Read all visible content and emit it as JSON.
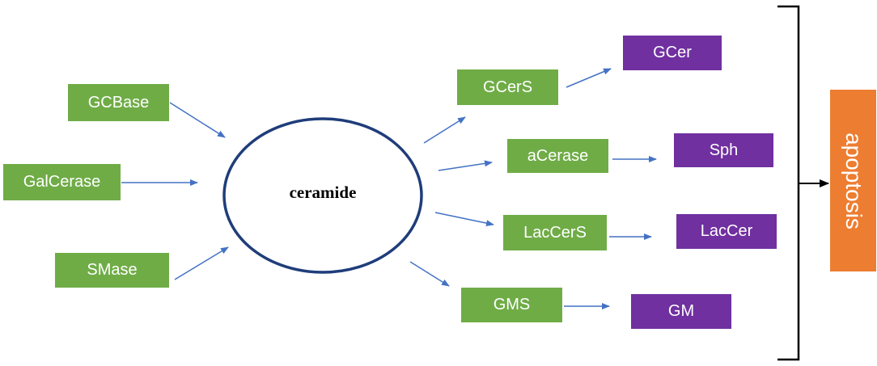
{
  "diagram": {
    "center": {
      "label": "ceramide"
    },
    "inputs": [
      {
        "id": "gcbase",
        "label": "GCBase"
      },
      {
        "id": "galcerase",
        "label": "GalCerase"
      },
      {
        "id": "smase",
        "label": "SMase"
      }
    ],
    "enzymes": [
      {
        "id": "gcers",
        "label": "GCerS"
      },
      {
        "id": "acerase",
        "label": "aCerase"
      },
      {
        "id": "laccers",
        "label": "LacCerS"
      },
      {
        "id": "gms",
        "label": "GMS"
      }
    ],
    "products": [
      {
        "id": "gcer",
        "label": "GCer"
      },
      {
        "id": "sph",
        "label": "Sph"
      },
      {
        "id": "laccer",
        "label": "LacCer"
      },
      {
        "id": "gm",
        "label": "GM"
      }
    ],
    "outcome": {
      "label": "apoptosis"
    },
    "colors": {
      "enzyme": "#6fac46",
      "product": "#7030a0",
      "outcome": "#ed7d31",
      "arrow": "#4472c4",
      "ellipse": "#1f3d7a",
      "bracket": "#000000"
    }
  }
}
